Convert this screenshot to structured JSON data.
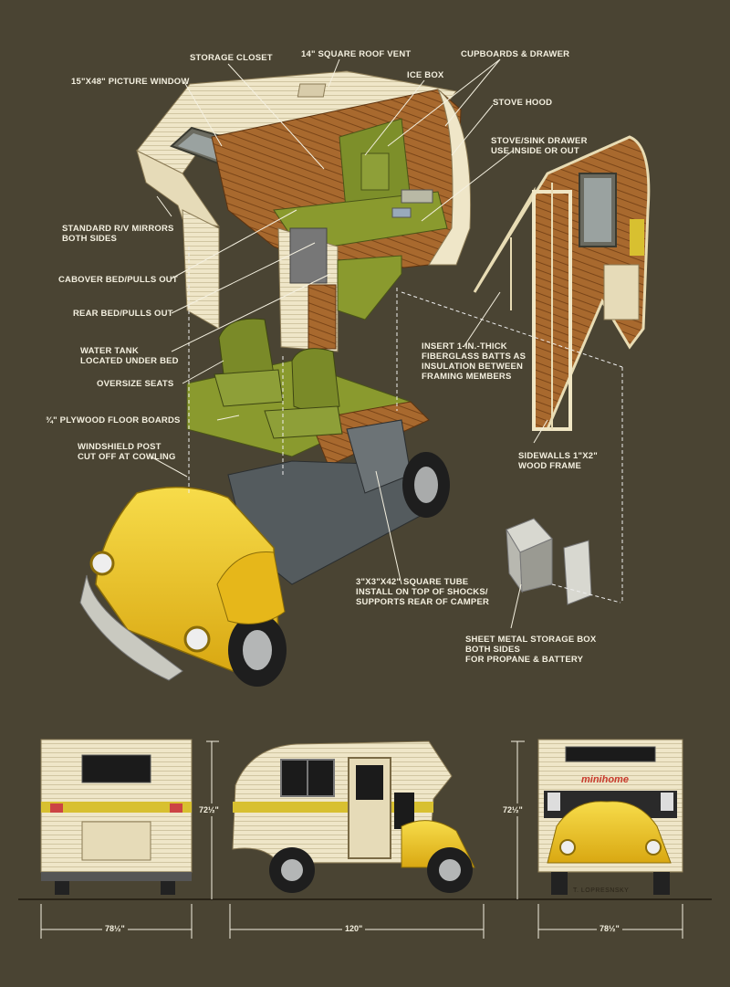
{
  "labels": {
    "storage_closet": "STORAGE CLOSET",
    "roof_vent": "14\" SQUARE ROOF VENT",
    "cupboards": "CUPBOARDS & DRAWER",
    "picture_window": "15\"X48\" PICTURE WINDOW",
    "ice_box": "ICE BOX",
    "stove_hood": "STOVE HOOD",
    "stove_sink": "STOVE/SINK DRAWER\nUSE INSIDE OR OUT",
    "mirrors": "STANDARD R/V MIRRORS\nBOTH SIDES",
    "cabover_bed": "CABOVER BED/PULLS OUT",
    "rear_bed": "REAR BED/PULLS OUT",
    "water_tank": "WATER TANK\nLOCATED UNDER BED",
    "oversize_seats": "OVERSIZE SEATS",
    "floor_boards": "¾\" PLYWOOD FLOOR BOARDS",
    "windshield": "WINDSHIELD POST\nCUT OFF AT COWLING",
    "insulation": "INSERT 1-IN.-THICK\nFIBERGLASS BATTS AS\nINSULATION BETWEEN\nFRAMING MEMBERS",
    "sidewalls": "SIDEWALLS 1\"X2\"\nWOOD FRAME",
    "square_tube": "3\"X3\"X42\" SQUARE TUBE\nINSTALL ON TOP OF SHOCKS/\nSUPPORTS REAR OF CAMPER",
    "storage_box": "SHEET METAL STORAGE BOX\nBOTH SIDES\nFOR PROPANE & BATTERY"
  },
  "dimensions": {
    "rear_width": "78½\"",
    "side_height": "72½\"",
    "length": "120\"",
    "front_height": "72½\"",
    "front_width": "78½\""
  },
  "brand_text": "minihome",
  "signature": "T. LOPRESNSKY",
  "colors": {
    "background": "#4a4433",
    "body_cream": "#efe6c8",
    "wood": "#a8692e",
    "green": "#8a9a2e",
    "yellow": "#f2cc1c",
    "label_text": "#f4f0e0"
  }
}
